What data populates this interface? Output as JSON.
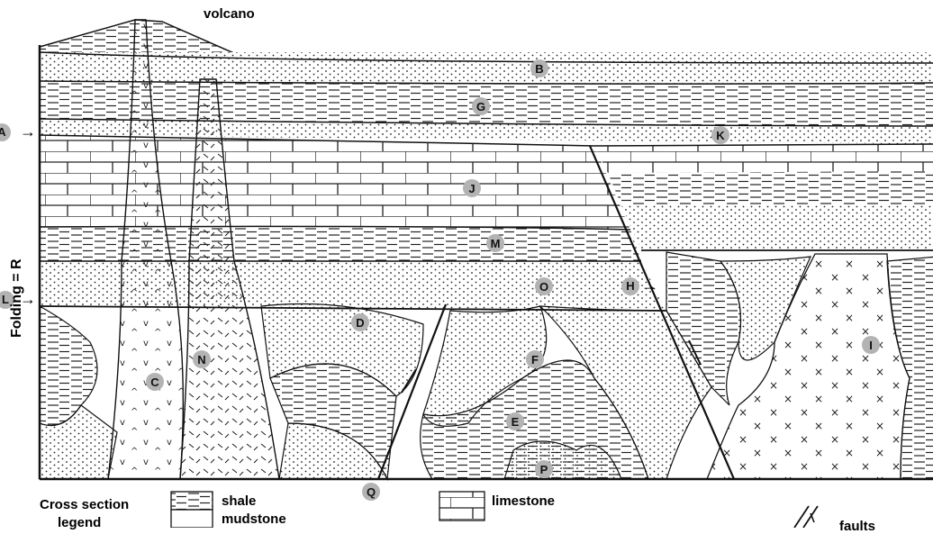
{
  "title": "volcano",
  "layer_labels": {
    "b": "B",
    "g": "G",
    "k": "K",
    "j": "J",
    "m": "M",
    "o": "O",
    "h": "H",
    "d": "D",
    "f": "F",
    "e": "E",
    "p": "P",
    "c": "C",
    "n": "N",
    "i": "I",
    "q": "Q"
  },
  "pointers": {
    "a": "A",
    "l": "L",
    "h": "H"
  },
  "side_label": "Folding = R",
  "legend": {
    "title_line1": "Cross section",
    "title_line2": "legend",
    "shale": "shale",
    "mudstone": "mudstone",
    "limestone": "limestone",
    "faults": "faults"
  },
  "colors": {
    "badge": "#b3b3b3",
    "ink": "#111111"
  }
}
